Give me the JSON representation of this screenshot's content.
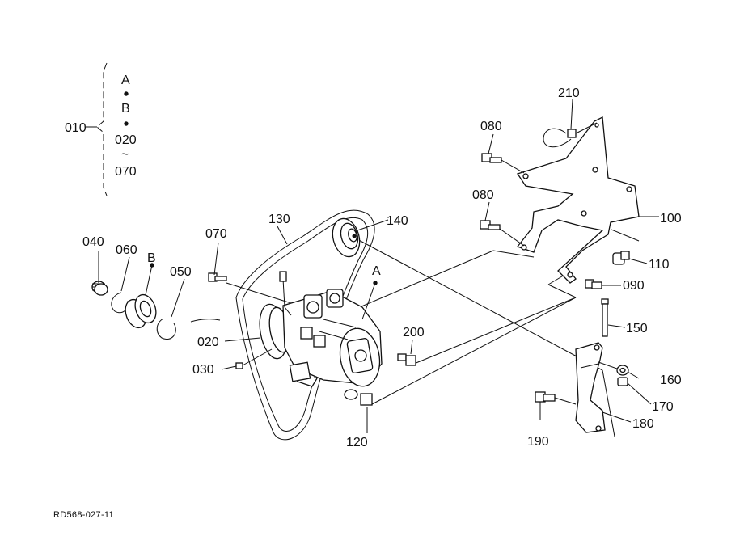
{
  "legend": {
    "main": "010",
    "items": [
      "A",
      "B",
      "020",
      "070"
    ],
    "range_symbol": "~"
  },
  "callouts": {
    "p010": "010",
    "p020": "020",
    "p030": "030",
    "p040": "040",
    "p050": "050",
    "p060": "060",
    "p070": "070",
    "p080a": "080",
    "p080b": "080",
    "p090": "090",
    "p100": "100",
    "p110": "110",
    "p120": "120",
    "p130": "130",
    "p140": "140",
    "p150": "150",
    "p160": "160",
    "p170": "170",
    "p180": "180",
    "p190": "190",
    "p200": "200",
    "p210": "210",
    "ref_a": "A",
    "ref_b": "B"
  },
  "footer": {
    "drawing_ref": "RD568-027-11"
  },
  "colors": {
    "ink": "#111111",
    "paper": "#ffffff"
  }
}
